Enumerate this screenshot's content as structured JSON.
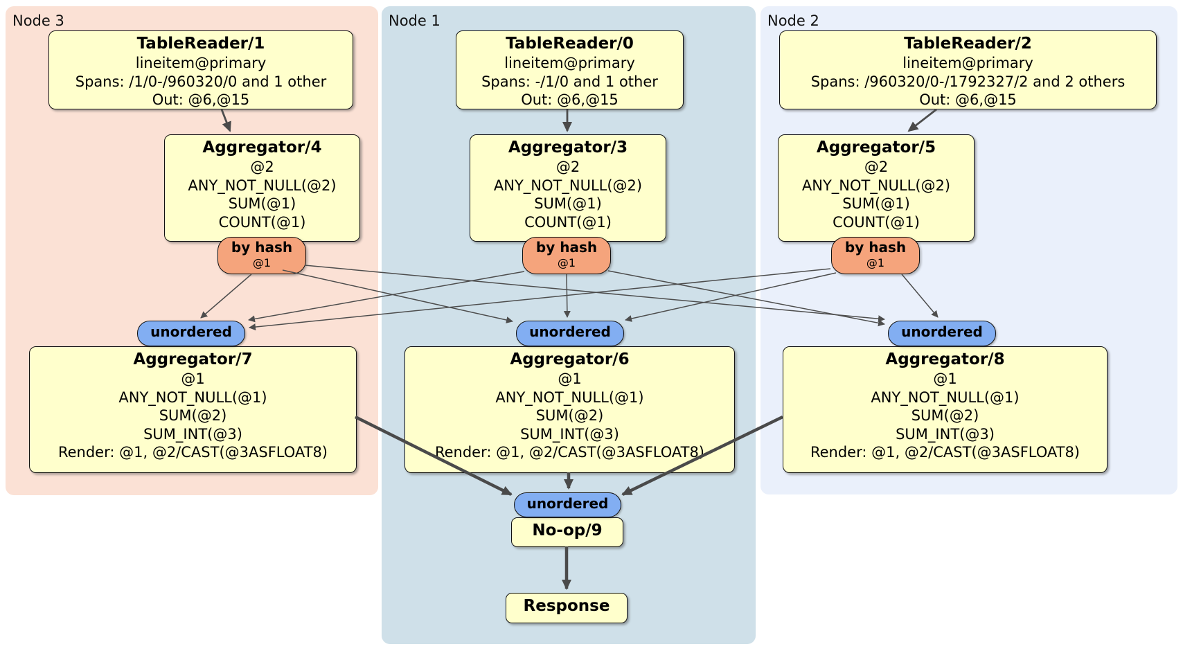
{
  "regions": [
    {
      "label": "Node 3"
    },
    {
      "label": "Node 1"
    },
    {
      "label": "Node 2"
    }
  ],
  "processors": {
    "tr1": {
      "title": "TableReader/1",
      "lines": [
        "lineitem@primary",
        "Spans: /1/0-/960320/0 and 1 other",
        "Out: @6,@15"
      ]
    },
    "tr0": {
      "title": "TableReader/0",
      "lines": [
        "lineitem@primary",
        "Spans: -/1/0 and 1 other",
        "Out: @6,@15"
      ]
    },
    "tr2": {
      "title": "TableReader/2",
      "lines": [
        "lineitem@primary",
        "Spans: /960320/0-/1792327/2 and 2 others",
        "Out: @6,@15"
      ]
    },
    "agg4": {
      "title": "Aggregator/4",
      "lines": [
        "@2",
        "ANY_NOT_NULL(@2)",
        "SUM(@1)",
        "COUNT(@1)"
      ]
    },
    "agg3": {
      "title": "Aggregator/3",
      "lines": [
        "@2",
        "ANY_NOT_NULL(@2)",
        "SUM(@1)",
        "COUNT(@1)"
      ]
    },
    "agg5": {
      "title": "Aggregator/5",
      "lines": [
        "@2",
        "ANY_NOT_NULL(@2)",
        "SUM(@1)",
        "COUNT(@1)"
      ]
    },
    "agg7": {
      "title": "Aggregator/7",
      "lines": [
        "@1",
        "ANY_NOT_NULL(@1)",
        "SUM(@2)",
        "SUM_INT(@3)",
        "Render: @1, @2/CAST(@3ASFLOAT8)"
      ]
    },
    "agg6": {
      "title": "Aggregator/6",
      "lines": [
        "@1",
        "ANY_NOT_NULL(@1)",
        "SUM(@2)",
        "SUM_INT(@3)",
        "Render: @1, @2/CAST(@3ASFLOAT8)"
      ]
    },
    "agg8": {
      "title": "Aggregator/8",
      "lines": [
        "@1",
        "ANY_NOT_NULL(@1)",
        "SUM(@2)",
        "SUM_INT(@3)",
        "Render: @1, @2/CAST(@3ASFLOAT8)"
      ]
    },
    "noop": {
      "title": "No-op/9"
    },
    "response": {
      "title": "Response"
    }
  },
  "routers": [
    {
      "label": "by hash",
      "detail": "@1"
    },
    {
      "label": "by hash",
      "detail": "@1"
    },
    {
      "label": "by hash",
      "detail": "@1"
    }
  ],
  "streams": [
    {
      "label": "unordered"
    },
    {
      "label": "unordered"
    },
    {
      "label": "unordered"
    },
    {
      "label": "unordered"
    }
  ],
  "colors": {
    "node3_bg": "#fbe1d5",
    "node1_bg": "#cfe0e9",
    "node2_bg": "#eaf0fb",
    "box_bg": "#ffffcc",
    "router_bg": "#f5a47c",
    "stream_bg": "#82aef2",
    "edge": "#4d4d4d"
  }
}
